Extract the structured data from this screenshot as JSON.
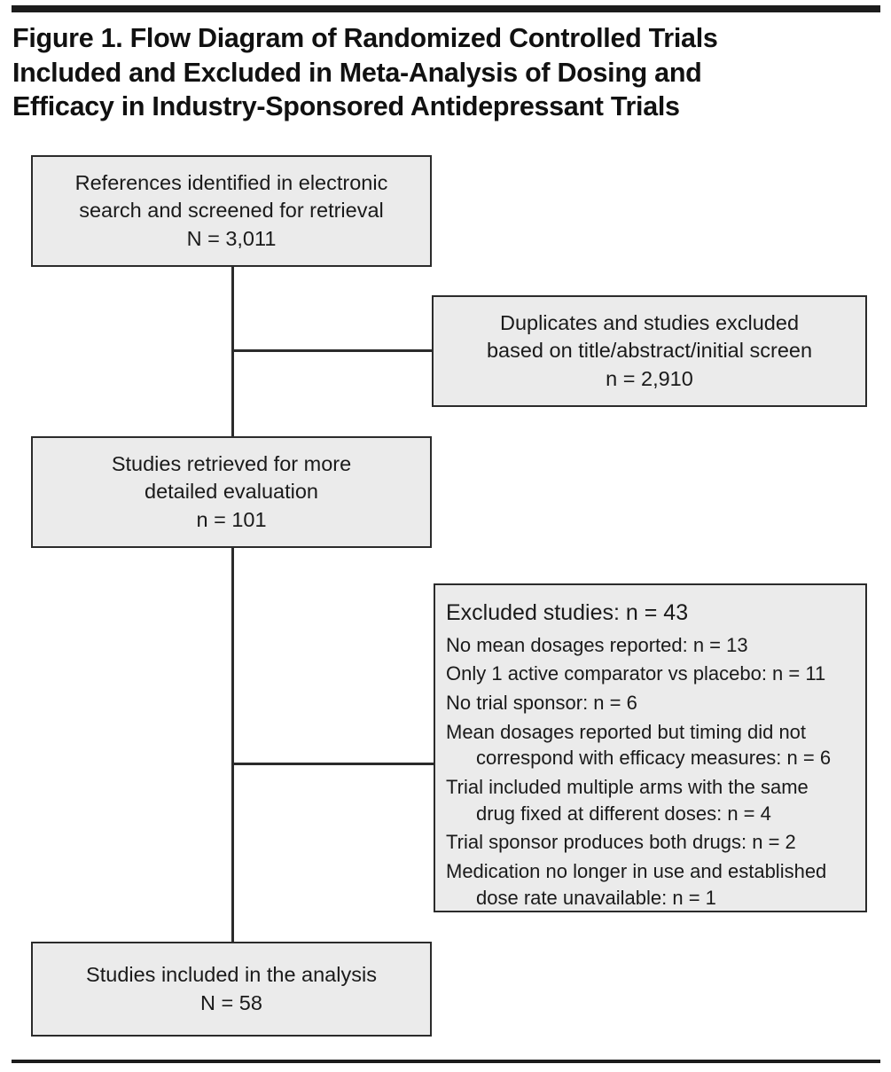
{
  "figure": {
    "title_lines": [
      "Figure 1. Flow Diagram of Randomized Controlled Trials",
      "Included and Excluded in Meta-Analysis of Dosing and",
      "Efficacy in Industry-Sponsored Antidepressant Trials"
    ]
  },
  "colors": {
    "box_fill": "#ebebeb",
    "box_border": "#2b2b2b",
    "rule": "#1c1c1c",
    "text": "#1a1a1a"
  },
  "chart_data": {
    "type": "diagram",
    "title": "Figure 1. Flow Diagram of Randomized Controlled Trials Included and Excluded in Meta-Analysis of Dosing and Efficacy in Industry-Sponsored Antidepressant Trials",
    "nodes": [
      {
        "id": "references",
        "label": "References identified in electronic search and screened for retrieval",
        "count_label": "N = 3,011",
        "value": 3011,
        "column": "left"
      },
      {
        "id": "duplicates",
        "label": "Duplicates and studies excluded based on title/abstract/initial screen",
        "count_label": "n = 2,910",
        "value": 2910,
        "column": "right"
      },
      {
        "id": "retrieved",
        "label": "Studies retrieved for more detailed evaluation",
        "count_label": "n = 101",
        "value": 101,
        "column": "left"
      },
      {
        "id": "excluded",
        "label": "Excluded studies: n = 43",
        "value": 43,
        "column": "right"
      },
      {
        "id": "included",
        "label": "Studies included in the analysis",
        "count_label": "N = 58",
        "value": 58,
        "column": "left"
      }
    ],
    "edges": [
      {
        "from": "references",
        "to": "duplicates"
      },
      {
        "from": "references",
        "to": "retrieved"
      },
      {
        "from": "retrieved",
        "to": "excluded"
      },
      {
        "from": "retrieved",
        "to": "included"
      }
    ]
  },
  "boxes": {
    "references": {
      "line1": "References identified in electronic",
      "line2": "search and screened for retrieval",
      "line3": "N = 3,011"
    },
    "duplicates": {
      "line1": "Duplicates and studies excluded",
      "line2": "based on title/abstract/initial screen",
      "line3": "n = 2,910"
    },
    "retrieved": {
      "line1": "Studies retrieved for more",
      "line2": "detailed evaluation",
      "line3": "n = 101"
    },
    "excluded": {
      "heading": "Excluded studies: n = 43",
      "items": [
        {
          "text": "No mean dosages reported: n = 13",
          "cont": ""
        },
        {
          "text": "Only 1 active comparator vs placebo: n = 11",
          "cont": ""
        },
        {
          "text": "No trial sponsor: n = 6",
          "cont": ""
        },
        {
          "text": "Mean dosages reported but timing did not",
          "cont": "correspond with efficacy measures: n = 6"
        },
        {
          "text": "Trial included multiple arms with the same",
          "cont": "drug fixed at different doses: n = 4"
        },
        {
          "text": "Trial sponsor produces both drugs: n = 2",
          "cont": ""
        },
        {
          "text": "Medication no longer in use and established",
          "cont": "dose rate unavailable: n = 1"
        }
      ]
    },
    "included": {
      "line1": "Studies included in the analysis",
      "line2": "N = 58"
    }
  }
}
